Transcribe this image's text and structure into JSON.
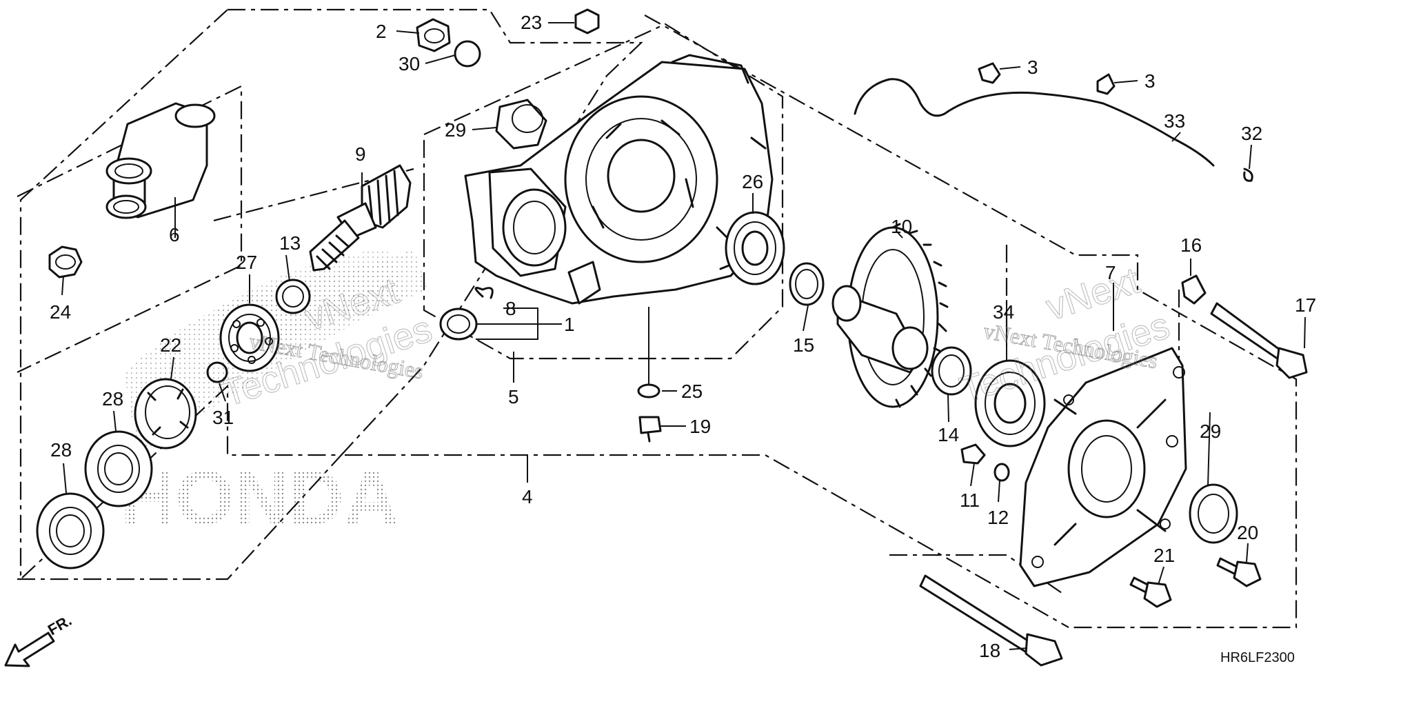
{
  "diagram": {
    "callouts": {
      "c1": "1",
      "c2": "2",
      "c3a": "3",
      "c3b": "3",
      "c4": "4",
      "c5": "5",
      "c6": "6",
      "c7": "7",
      "c8": "8",
      "c9": "9",
      "c10": "10",
      "c11": "11",
      "c12": "12",
      "c13": "13",
      "c14": "14",
      "c15": "15",
      "c16": "16",
      "c17": "17",
      "c18": "18",
      "c19": "19",
      "c20": "20",
      "c21": "21",
      "c22": "22",
      "c23": "23",
      "c24": "24",
      "c25": "25",
      "c26": "26",
      "c27": "27",
      "c28a": "28",
      "c28b": "28",
      "c29a": "29",
      "c29b": "29",
      "c30": "30",
      "c31": "31",
      "c32": "32",
      "c33": "33",
      "c34": "34"
    },
    "diagram_code": "HR6LF2300",
    "direction_label": "FR.",
    "watermark_text": "vNext Technologies",
    "watermark_big_a": "vNext",
    "watermark_big_b": "Technologies",
    "brand_mark": "HONDA"
  }
}
